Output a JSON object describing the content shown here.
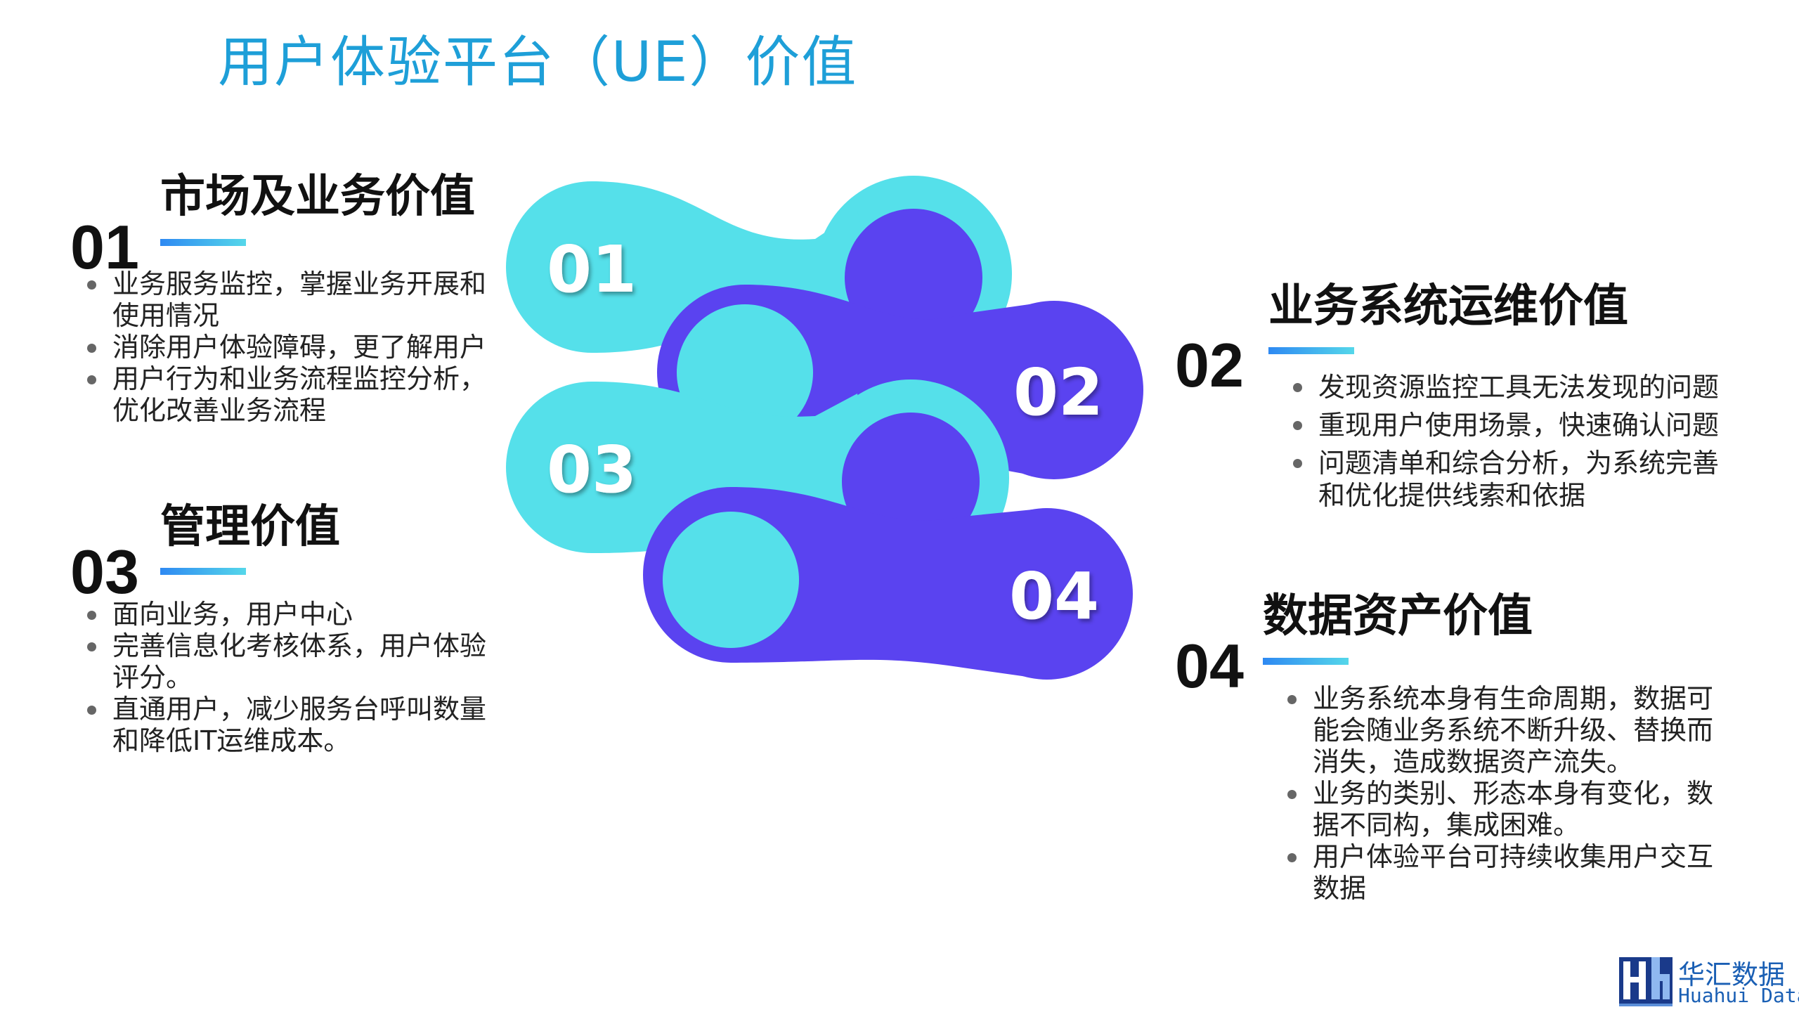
{
  "title": "用户体验平台（UE）价值",
  "sections": [
    {
      "number": "01",
      "heading": "市场及业务价值",
      "bullets": [
        "业务服务监控，掌握业务开展和使用情况",
        "消除用户体验障碍，更了解用户",
        "用户行为和业务流程监控分析，优化改善业务流程"
      ]
    },
    {
      "number": "02",
      "heading": "业务系统运维价值",
      "bullets": [
        "发现资源监控工具无法发现的问题",
        "重现用户使用场景，快速确认问题",
        "问题清单和综合分析，为系统完善和优化提供线索和依据"
      ]
    },
    {
      "number": "03",
      "heading": "管理价值",
      "bullets": [
        "面向业务，用户中心",
        "完善信息化考核体系，用户体验评分。",
        "直通用户，减少服务台呼叫数量和降低IT运维成本。"
      ]
    },
    {
      "number": "04",
      "heading": "数据资产价值",
      "bullets": [
        "业务系统本身有生命周期，数据可能会随业务系统不断升级、替换而消失，造成数据资产流失。",
        "业务的类别、形态本身有变化，数据不同构，集成困难。",
        "用户体验平台可持续收集用户交互数据"
      ]
    }
  ],
  "graphic": {
    "labels": [
      "01",
      "02",
      "03",
      "04"
    ],
    "colors": {
      "cyan": "#55e0ea",
      "indigo": "#5a43f0",
      "dark_indigo": "#4a35e0"
    }
  },
  "logo": {
    "cn": "华汇数据",
    "en": "Huahui Data"
  }
}
